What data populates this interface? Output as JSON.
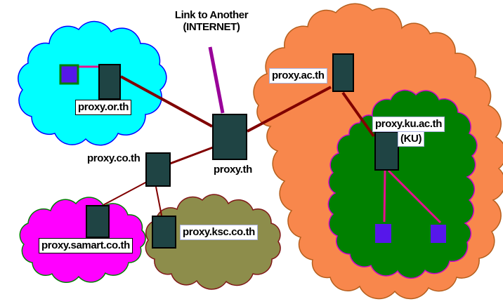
{
  "diagram": {
    "internet": {
      "line1": "Link to Another",
      "line2": "(INTERNET)"
    },
    "nodes": {
      "th": {
        "label": "proxy.th"
      },
      "or_th": {
        "label": "proxy.or.th"
      },
      "ac_th": {
        "label": "proxy.ac.th"
      },
      "ku_ac_th": {
        "label": "proxy.ku.ac.th",
        "sublabel": "(KU)"
      },
      "co_th": {
        "label": "proxy.co.th"
      },
      "samart_co_th": {
        "label": "proxy.samart.co.th"
      },
      "ksc_co_th": {
        "label": "proxy.ksc.co.th"
      }
    },
    "colors": {
      "background": "#FFFFFF",
      "cloud_or_fill": "#00FFFF",
      "cloud_or_stroke": "#0000FF",
      "cloud_ac_fill": "#F8874C",
      "cloud_ac_stroke": "#B45F1E",
      "cloud_ku_fill": "#008000",
      "cloud_ku_stroke": "#CC00CC",
      "cloud_samart_fill": "#FF00FF",
      "cloud_samart_stroke": "#008000",
      "cloud_ksc_fill": "#8D8D4B",
      "cloud_ksc_stroke": "#801818",
      "server_fill": "#1F4444",
      "server_stroke": "#000000",
      "client_fill": "#5617EA",
      "client_stroke": "#008000",
      "wan_line": "#800000",
      "lan_line": "#E8108E",
      "internet_line": "#990099",
      "label_text": "#000000",
      "label_bg": "#FFFFFF",
      "label_border_dark": "#000000",
      "label_border_light": "#A8B0DC"
    }
  }
}
